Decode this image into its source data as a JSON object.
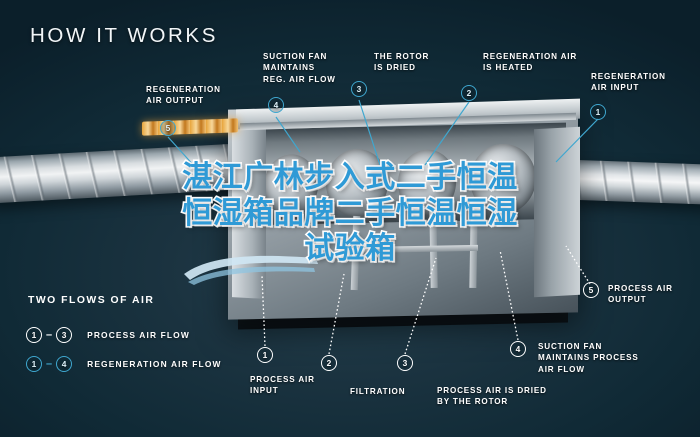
{
  "headline": "HOW IT WORKS",
  "watermark": {
    "lines": [
      "湛江广林步入式二手恒温",
      "恒湿箱品牌二手恒温恒湿",
      "试验箱"
    ],
    "color": "#2f9ad6",
    "stroke_color": "#ffffff"
  },
  "theme": {
    "background": "#0d2430",
    "text": "#ffffff",
    "regeneration_accent": "#3fa7cf",
    "process_accent": "#ffffff"
  },
  "callouts": {
    "top": [
      {
        "number": "5",
        "label": "REGENERATION\nAIR OUTPUT",
        "style": "cyan"
      },
      {
        "number": "4",
        "label": "SUCTION FAN\nMAINTAINS\nREG. AIR FLOW",
        "style": "cyan"
      },
      {
        "number": "3",
        "label": "THE ROTOR\nIS DRIED",
        "style": "cyan"
      },
      {
        "number": "2",
        "label": "REGENERATION AIR\nIS HEATED",
        "style": "cyan"
      },
      {
        "number": "1",
        "label": "REGENERATION\nAIR INPUT",
        "style": "cyan"
      }
    ],
    "bottom": [
      {
        "number": "1",
        "label": "PROCESS AIR\nINPUT",
        "style": "white"
      },
      {
        "number": "2",
        "label": "FILTRATION",
        "style": "white"
      },
      {
        "number": "3",
        "label": "PROCESS AIR IS DRIED\nBY THE ROTOR",
        "style": "white"
      },
      {
        "number": "4",
        "label": "SUCTION FAN\nMAINTAINS PROCESS\nAIR FLOW",
        "style": "white"
      },
      {
        "number": "5",
        "label": "PROCESS AIR\nOUTPUT",
        "style": "white"
      }
    ]
  },
  "legend": {
    "title": "TWO FLOWS OF AIR",
    "rows": [
      {
        "from": "1",
        "to": "3",
        "dash": "–",
        "label": "PROCESS AIR FLOW",
        "style": "white"
      },
      {
        "from": "1",
        "to": "4",
        "dash": "–",
        "label": "REGENERATION AIR FLOW",
        "style": "cyan"
      }
    ]
  }
}
